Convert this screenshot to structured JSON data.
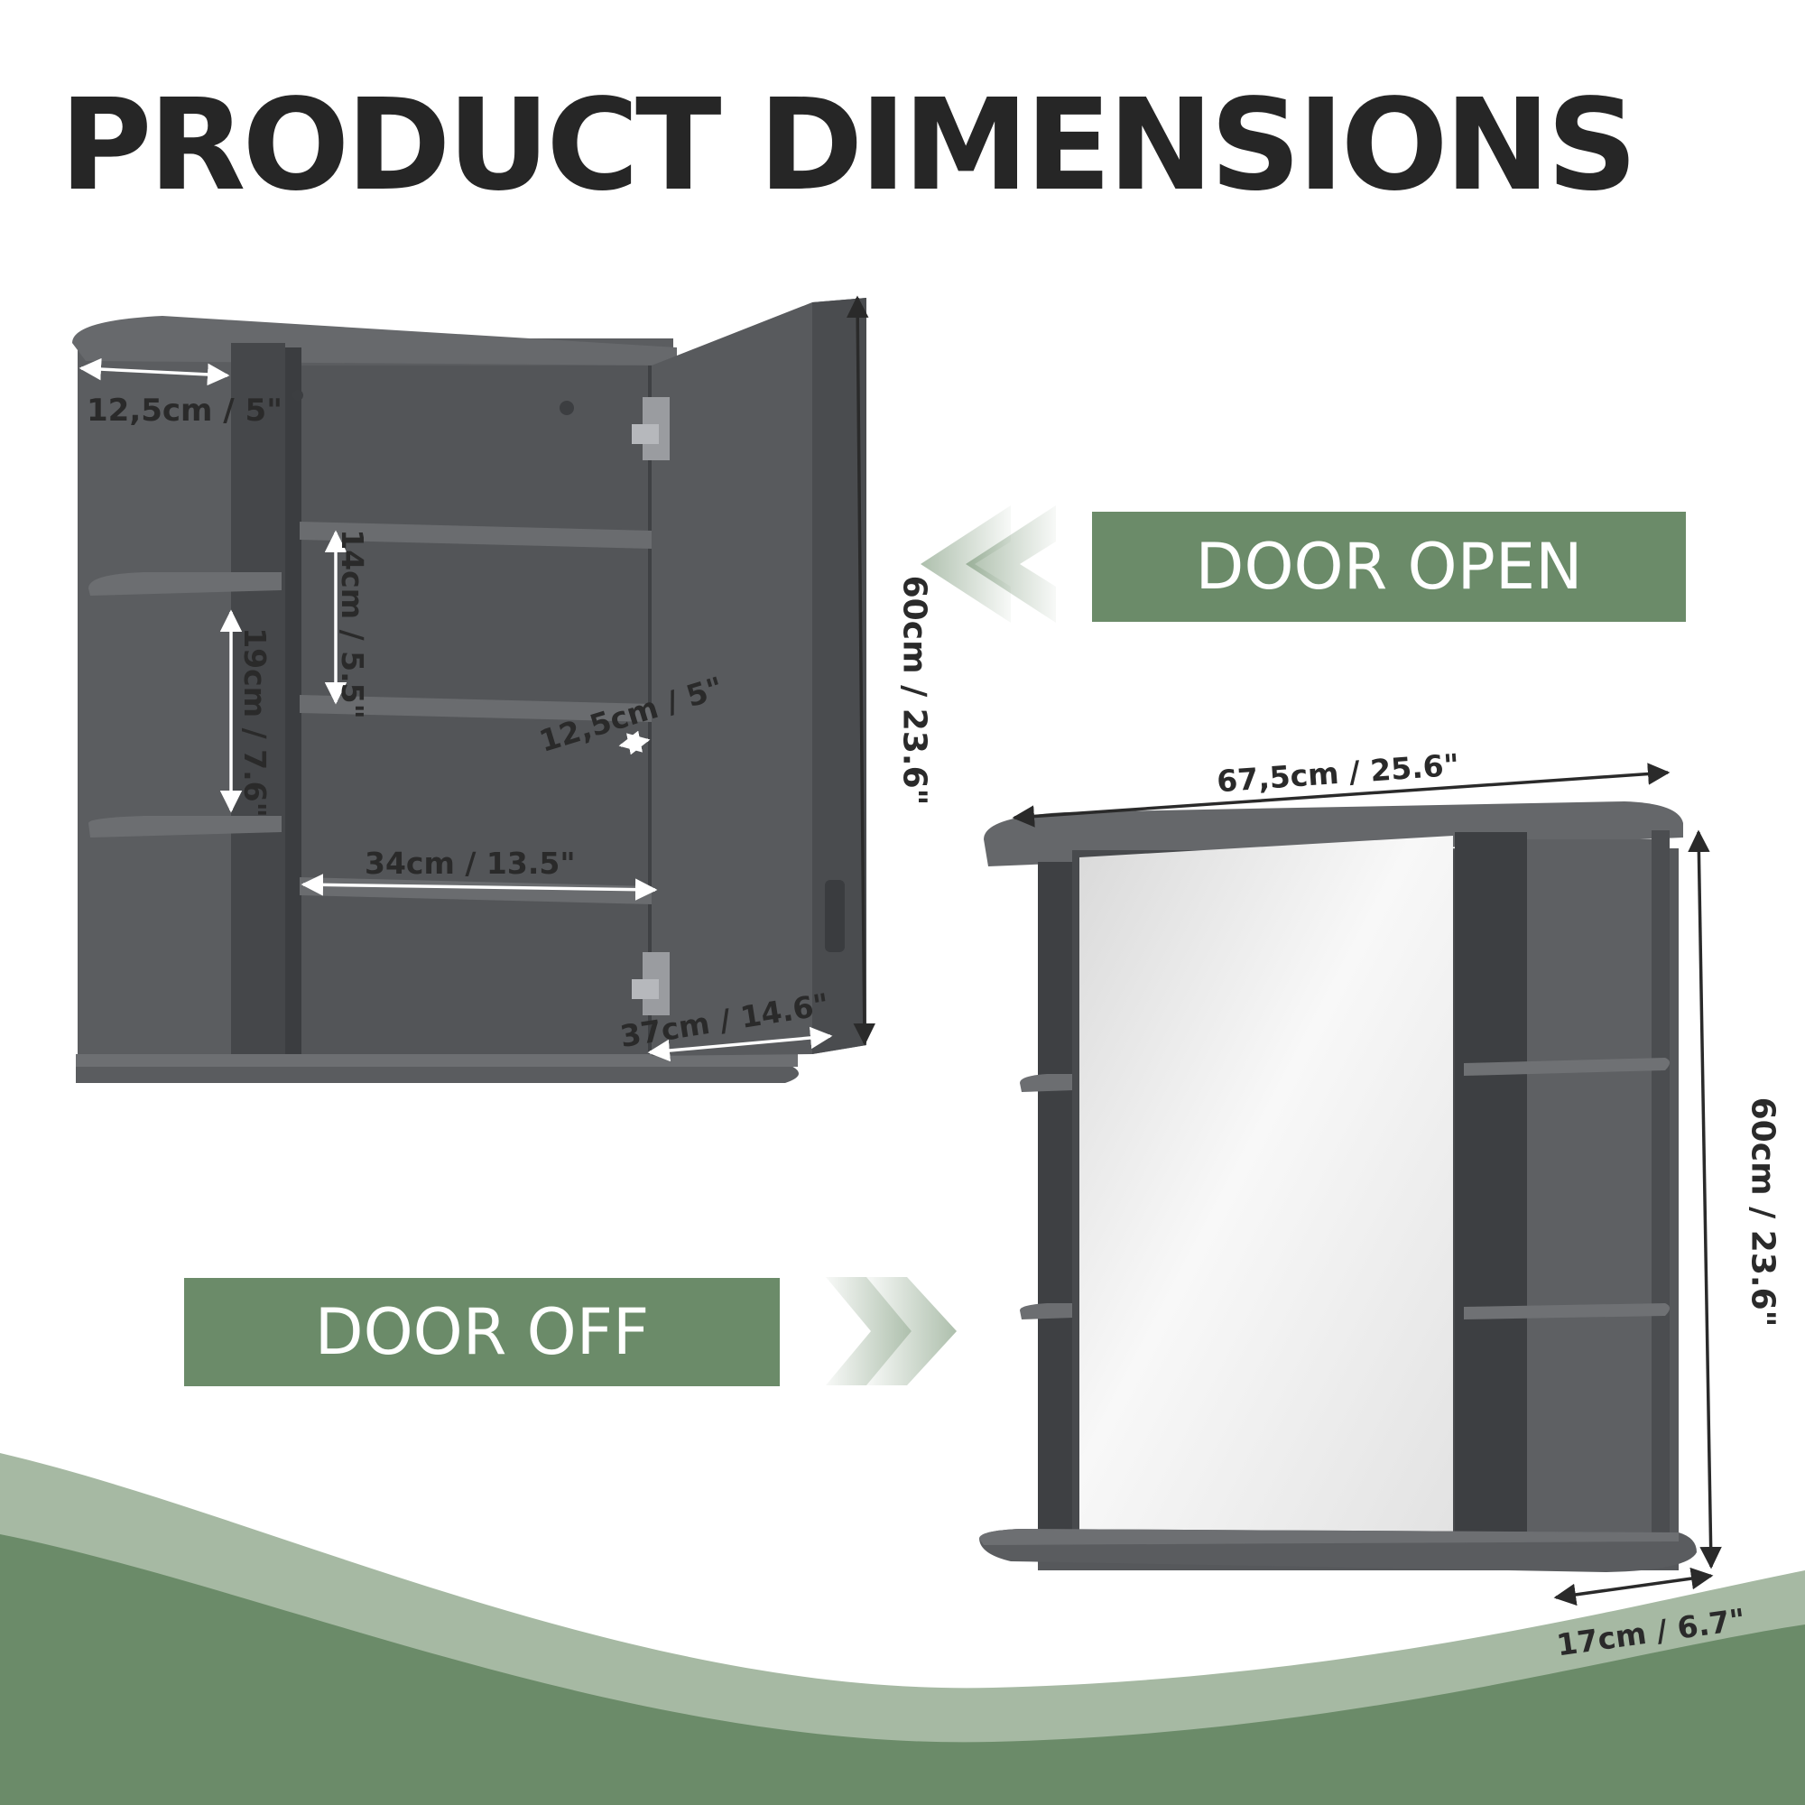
{
  "header": {
    "title": "PRODUCT DIMENSIONS"
  },
  "badges": {
    "door_open": "DOOR OPEN",
    "door_off": "DOOR OFF"
  },
  "open_view": {
    "top_shelf_depth": "12,5cm / 5\"",
    "inner_shelf_gap": "14cm / 5.5\"",
    "side_shelf_gap": "19cm / 7.6\"",
    "inner_depth": "12,5cm / 5\"",
    "inner_width": "34cm / 13.5\"",
    "door_width": "37cm / 14.6\"",
    "height": "60cm / 23.6\""
  },
  "closed_view": {
    "width": "67,5cm / 25.6\"",
    "height": "60cm / 23.6\"",
    "depth": "17cm / 6.7\""
  },
  "colors": {
    "accent_green": "#6b8b69",
    "light_green": "#a6b9a3",
    "cabinet_dark": "#4a4c4f",
    "cabinet_mid": "#5b5d60",
    "title": "#262626"
  }
}
